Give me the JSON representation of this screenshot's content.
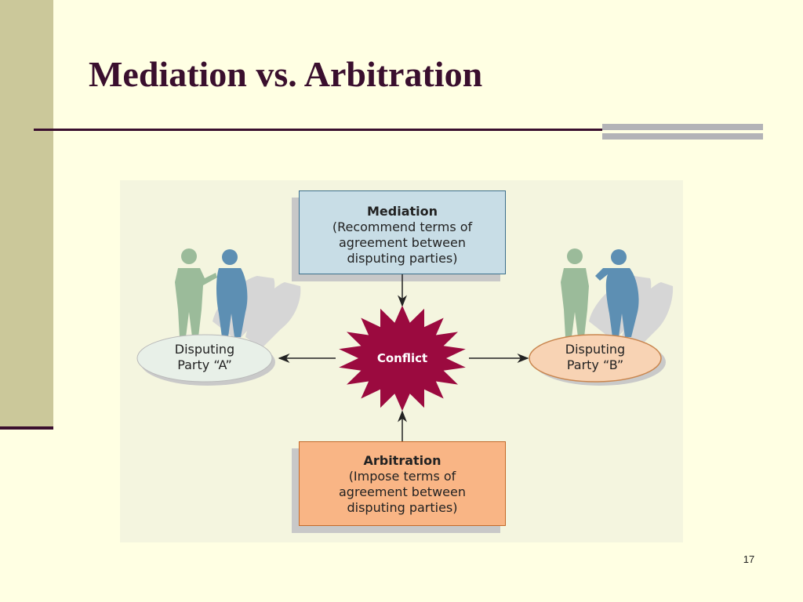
{
  "slide": {
    "title": "Mediation vs. Arbitration",
    "page_number": "17"
  },
  "diagram": {
    "center": {
      "label": "Conflict"
    },
    "mediation": {
      "title": "Mediation",
      "lines": [
        "(Recommend terms of",
        "agreement between",
        "disputing parties)"
      ]
    },
    "arbitration": {
      "title": "Arbitration",
      "lines": [
        "(Impose terms of",
        "agreement between",
        "disputing parties)"
      ]
    },
    "party_a": {
      "lines": [
        "Disputing",
        "Party “A”"
      ]
    },
    "party_b": {
      "lines": [
        "Disputing",
        "Party “B”"
      ]
    },
    "colors": {
      "conflict": "#9b0a3f",
      "mediation_fill": "#c8dde6",
      "arbitration_fill": "#f9b585",
      "party_a_fill": "#e8f0e8",
      "party_b_fill": "#f8d3b4",
      "person_green": "#9bbb9a",
      "person_blue": "#5d8fb3"
    }
  }
}
